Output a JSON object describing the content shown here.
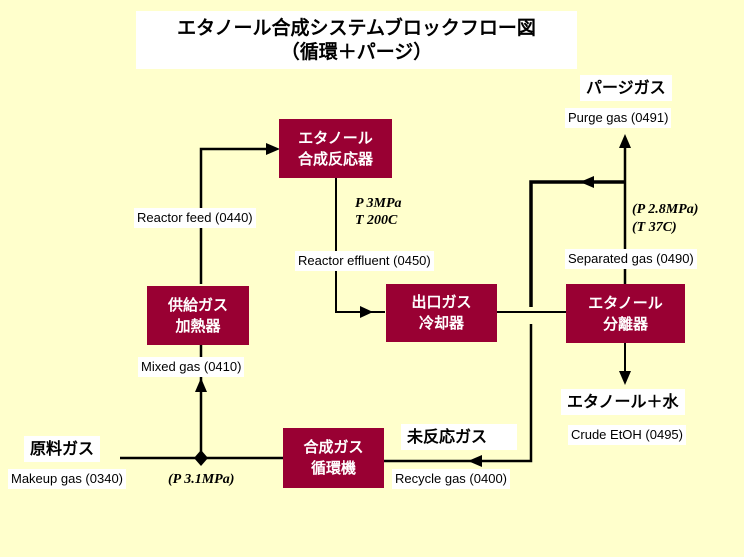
{
  "title": {
    "line1": "エタノール合成システムブロックフロー図",
    "line2": "（循環＋パージ）"
  },
  "colors": {
    "background": "#ffffcc",
    "block_fill": "#990033",
    "block_text": "#ffffff",
    "line": "#000000"
  },
  "blocks": {
    "reactor": {
      "line1": "エタノール",
      "line2": "合成反応器"
    },
    "cooler": {
      "line1": "出口ガス",
      "line2": "冷却器"
    },
    "separator": {
      "line1": "エタノール",
      "line2": "分離器"
    },
    "heater": {
      "line1": "供給ガス",
      "line2": "加熱器"
    },
    "compressor": {
      "line1": "合成ガス",
      "line2": "循環機"
    }
  },
  "streams": {
    "reactor_feed": "Reactor feed (0440)",
    "reactor_effluent": "Reactor effluent (0450)",
    "purge_gas": "Purge gas (0491)",
    "separated_gas": "Separated gas (0490)",
    "mixed_gas": "Mixed gas (0410)",
    "crude_etoh": "Crude EtOH (0495)",
    "makeup_gas": "Makeup gas (0340)",
    "recycle_gas": "Recycle gas (0400)"
  },
  "jp_labels": {
    "purge": "パージガス",
    "ethanol_water": "エタノール＋水",
    "feedstock": "原料ガス",
    "unreacted": "未反応ガス"
  },
  "conditions": {
    "reactor_p": "P 3MPa",
    "reactor_t": "T 200C",
    "separator_p": "(P 2.8MPa)",
    "separator_t": "(T 37C)",
    "mix_p": "(P 3.1MPa)"
  }
}
